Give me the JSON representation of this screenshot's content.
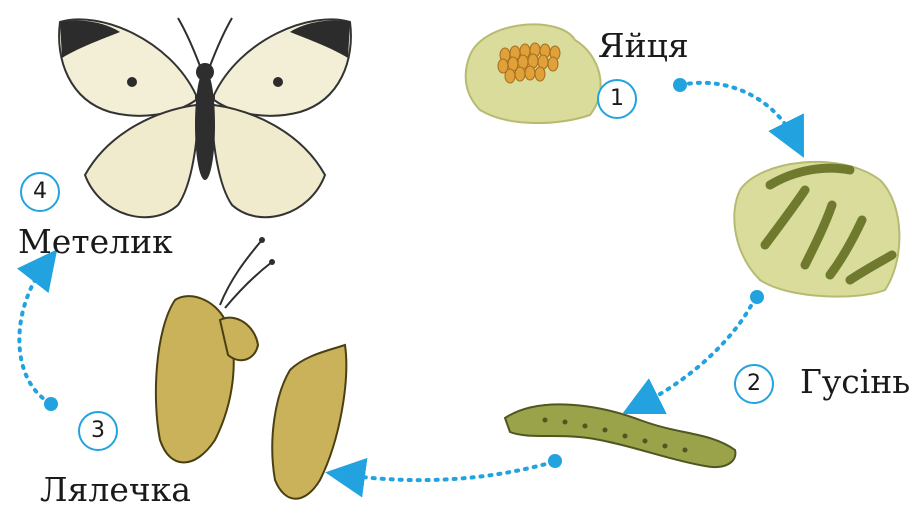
{
  "stages": [
    {
      "number": "1",
      "label": "Яйця"
    },
    {
      "number": "2",
      "label": "Гусінь"
    },
    {
      "number": "3",
      "label": "Лялечка"
    },
    {
      "number": "4",
      "label": "Метелик"
    }
  ],
  "colors": {
    "arrow": "#22a3df",
    "leaf": "#d9dc9a",
    "egg": "#e0a13a",
    "caterpillar": "#9aa24a",
    "pupa": "#c9b25a",
    "wing": "#f3efd6",
    "wing_dark": "#2c2c2c"
  }
}
